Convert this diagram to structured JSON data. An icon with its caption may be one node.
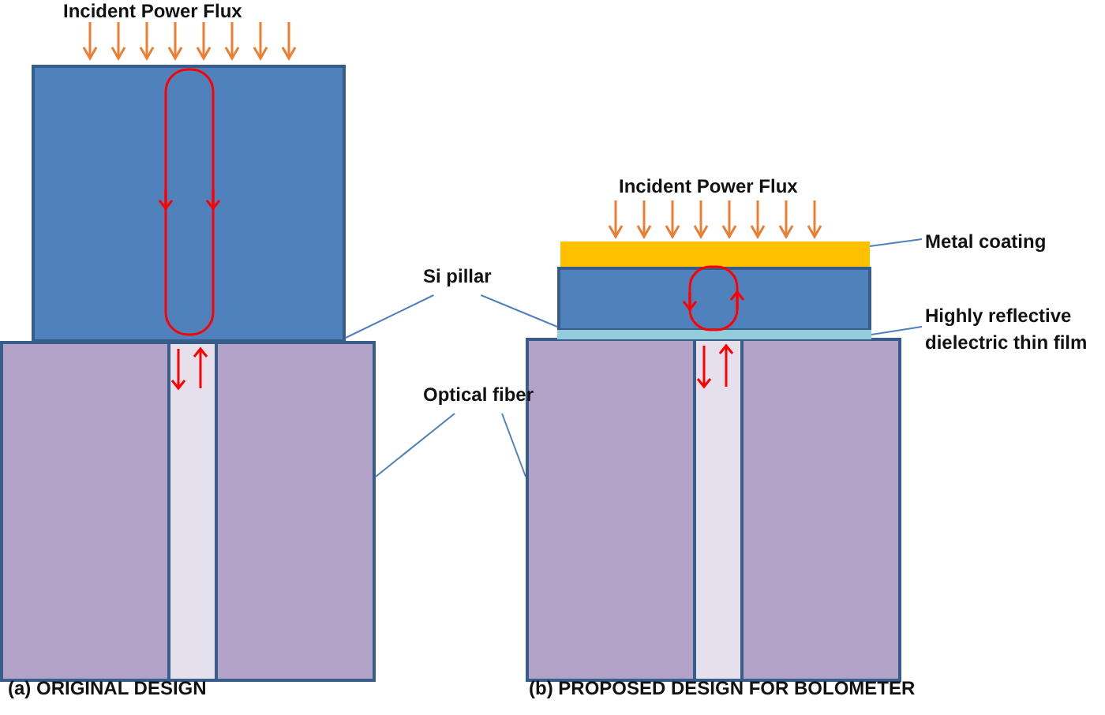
{
  "diagram": {
    "nodes": [
      {
        "text": [
          "Si pillar"
        ]
      },
      {
        "text": [
          "Optical fiber"
        ]
      },
      {
        "text": [
          "Metal coating"
        ]
      },
      {
        "text": [
          "Highly reflective dielectric thin film"
        ]
      },
      {
        "text": [],
        "shape": "box"
      },
      {
        "text": [],
        "shape": "box"
      },
      {
        "text": [],
        "shape": "box"
      },
      {
        "text": [],
        "shape": "box"
      },
      {
        "text": [],
        "shape": "box"
      },
      {
        "text": [],
        "shape": "box"
      }
    ],
    "edges": [
      {
        "from": 0,
        "to": 4,
        "arrow": "none"
      },
      {
        "from": 0,
        "to": 5,
        "arrow": "none"
      },
      {
        "from": 1,
        "to": 6,
        "arrow": "none"
      },
      {
        "from": 1,
        "to": 7,
        "arrow": "none"
      },
      {
        "from": 2,
        "to": 8,
        "arrow": "none"
      },
      {
        "from": 3,
        "to": 9,
        "arrow": "none"
      }
    ],
    "labels": [
      "Incident Power Flux",
      "Incident Power Flux",
      "(a) ORIGINAL DESIGN",
      "(b) PROPOSED DESIGN FOR BOLOMETER"
    ]
  }
}
